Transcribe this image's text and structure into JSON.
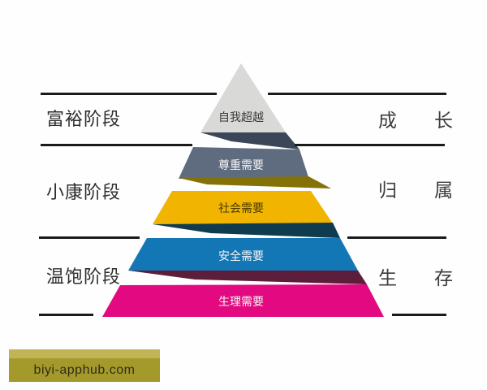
{
  "pyramid": {
    "levels": [
      {
        "label": "自我超越",
        "color": "#d9d9d7",
        "text_color": "#3a3a3a"
      },
      {
        "label": "尊重需要",
        "color": "#5f6c80",
        "fold_color": "#3b4758",
        "text_color": "#f5f5f5"
      },
      {
        "label": "社会需要",
        "color": "#f1b501",
        "fold_color": "#847208",
        "text_color": "#4a3a00"
      },
      {
        "label": "安全需要",
        "color": "#1477b5",
        "fold_color": "#0e3c4e",
        "text_color": "#f5f5f5"
      },
      {
        "label": "生理需要",
        "color": "#e30980",
        "fold_color": "#5d1e3c",
        "text_color": "#f5f5f5"
      }
    ]
  },
  "stages": [
    {
      "label": "富裕阶段"
    },
    {
      "label": "小康阶段"
    },
    {
      "label": "温饱阶段"
    }
  ],
  "needs_categories": [
    {
      "first": "成",
      "second": "长"
    },
    {
      "first": "归",
      "second": "属"
    },
    {
      "first": "生",
      "second": "存"
    }
  ],
  "watermark": {
    "text": "biyi-apphub.com",
    "bg": "#a49a2b",
    "bg_light": "#c0b454"
  }
}
